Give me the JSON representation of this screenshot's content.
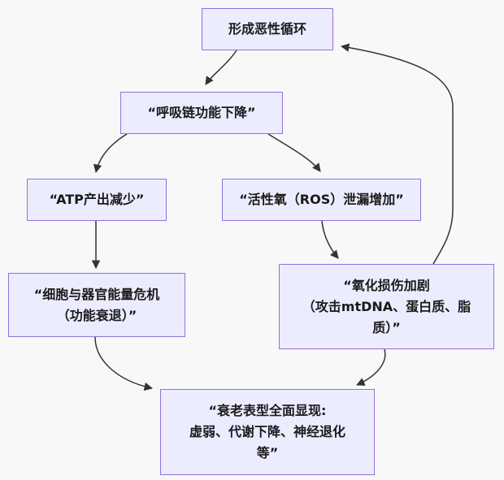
{
  "colors": {
    "background": "#f8f8f8",
    "node_fill": "#ececff",
    "node_border": "#9370db",
    "edge": "#333333",
    "text": "#1a1a1a"
  },
  "nodes": {
    "cycle": {
      "label": "形成恶性循环"
    },
    "resp": {
      "label": "“呼吸链功能下降”"
    },
    "atp": {
      "label": "“ATP产出减少”"
    },
    "ros": {
      "label": "“活性氧（ROS）泄漏增加”"
    },
    "energy": {
      "label": "“细胞与器官能量危机\n（功能衰退）”"
    },
    "oxid": {
      "label": "“氧化损伤加剧\n（攻击mtDNA、蛋白质、脂\n质）”"
    },
    "aging": {
      "label": "“衰老表型全面显现:\n虚弱、代谢下降、神经退化\n等”"
    }
  },
  "edges": [
    {
      "from": "形成恶性循环",
      "to": "“呼吸链功能下降”"
    },
    {
      "from": "“呼吸链功能下降”",
      "to": "“ATP产出减少”"
    },
    {
      "from": "“呼吸链功能下降”",
      "to": "“活性氧（ROS）泄漏增加”"
    },
    {
      "from": "“ATP产出减少”",
      "to": "“细胞与器官能量危机（功能衰退）”"
    },
    {
      "from": "“活性氧（ROS）泄漏增加”",
      "to": "“氧化损伤加剧（攻击mtDNA、蛋白质、脂质）”"
    },
    {
      "from": "“细胞与器官能量危机（功能衰退）”",
      "to": "“衰老表型全面显现: 虚弱、代谢下降、神经退化等”"
    },
    {
      "from": "“氧化损伤加剧（攻击mtDNA、蛋白质、脂质）”",
      "to": "“衰老表型全面显现: 虚弱、代谢下降、神经退化等”"
    },
    {
      "from": "“氧化损伤加剧（攻击mtDNA、蛋白质、脂质）”",
      "to": "形成恶性循环"
    }
  ]
}
